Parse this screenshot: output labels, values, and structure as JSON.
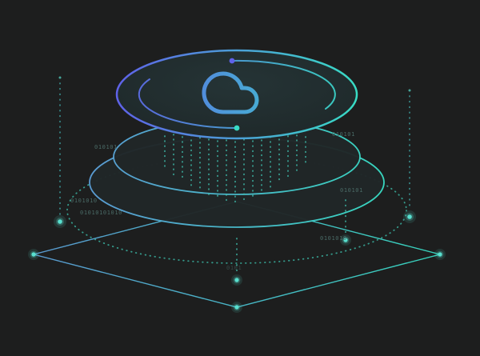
{
  "colors": {
    "background": "#1d1e1e",
    "indigo": "#5f62e9",
    "teal": "#38dcc4",
    "light_blue": "#5c9fd8",
    "cyan_dot": "#58e0cf",
    "dim_binary": "#4a6a66",
    "platform_fill": "#212728",
    "disc_center": "#253436",
    "disc_edge": "#1e2728"
  },
  "icons": {
    "cloud": "cloud-icon"
  },
  "binary_labels": [
    "010101",
    "0101010",
    "01010101010",
    "010101",
    "010101",
    "0101010",
    "0101"
  ]
}
